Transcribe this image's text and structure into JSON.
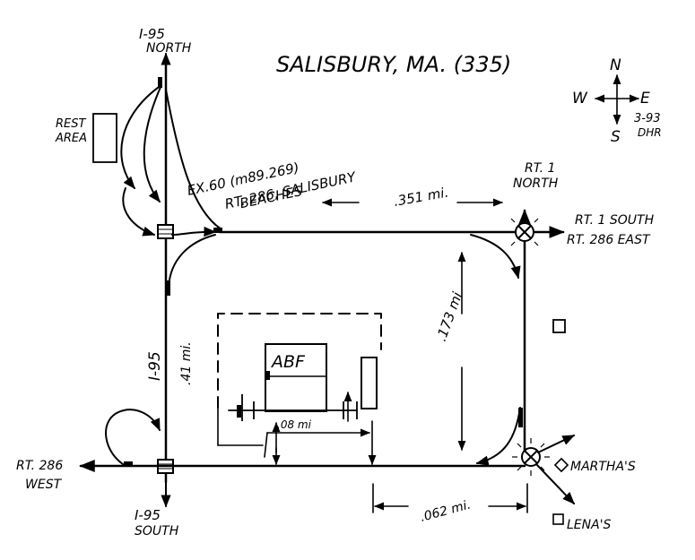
{
  "title": "SALISBURY, MA. (335)",
  "compass": {
    "n": "N",
    "s": "S",
    "e": "E",
    "w": "W",
    "note_1": "3-93",
    "note_2": "DHR"
  },
  "labels": {
    "i95_north_1": "I-95",
    "i95_north_2": "NORTH",
    "rest_area_1": "REST",
    "rest_area_2": "AREA",
    "exit_1": "EX.60 (m89.269)",
    "exit_2": "RT. 286, SALISBURY",
    "exit_3": "BEACHES",
    "rt1_north_1": "RT. 1",
    "rt1_north_2": "NORTH",
    "rt1_south_1": "RT. 1 SOUTH",
    "rt1_south_2": "RT. 286 EAST",
    "dist_top": ".351 mi.",
    "dist_right": ".173 mi",
    "dist_left_1": "I-95",
    "dist_left_2": ".41 mi.",
    "abf": "ABF",
    "dist_inner": ".08 mi",
    "rt286_west_1": "RT. 286",
    "rt286_west_2": "WEST",
    "i95_south_1": "I-95",
    "i95_south_2": "SOUTH",
    "dist_bottom": ".062 mi.",
    "marthas": "MARTHA'S",
    "lenas": "LENA'S"
  }
}
